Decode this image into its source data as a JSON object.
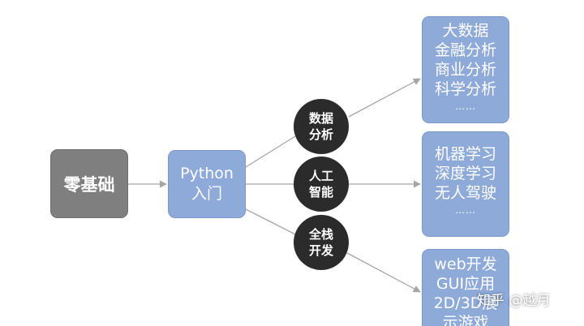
{
  "nodes": {
    "start": {
      "label": "零基础"
    },
    "python": {
      "line1": "Python",
      "line2": "入门"
    },
    "branches": [
      {
        "line1": "数据",
        "line2": "分析"
      },
      {
        "line1": "人工",
        "line2": "智能"
      },
      {
        "line1": "全栈",
        "line2": "开发"
      }
    ],
    "results": [
      {
        "lines": [
          "大数据",
          "金融分析",
          "商业分析",
          "科学分析"
        ],
        "more": "……"
      },
      {
        "lines": [
          "机器学习",
          "深度学习",
          "无人驾驶"
        ],
        "more": "……"
      },
      {
        "lines": [
          "web开发",
          "GUI应用",
          "2D/3D展",
          "示游戏"
        ]
      }
    ]
  },
  "colors": {
    "start_box": "#7f7f7f",
    "python_box": "#8eaad9",
    "result_box": "#8eaad9",
    "branch_circle": "#2b2b2b",
    "connector": "#a6a6a6"
  },
  "watermark": {
    "text": "知乎 @越月"
  }
}
